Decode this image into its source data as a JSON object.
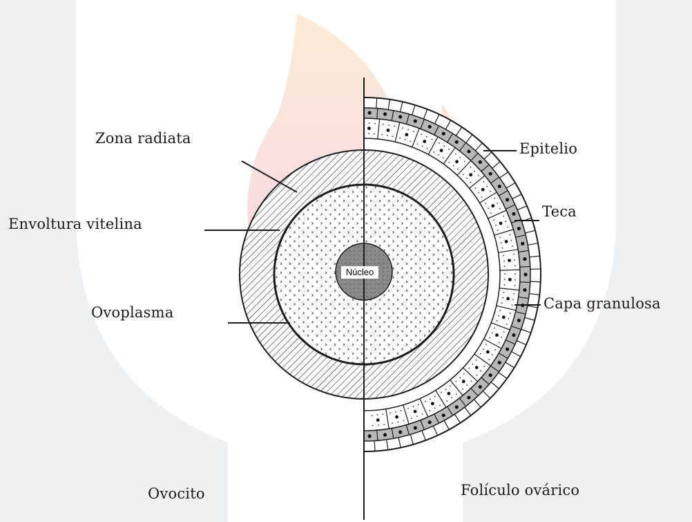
{
  "diagram": {
    "labels": {
      "zona_radiata": "Zona radiata",
      "envoltura_vitelina": "Envoltura vitelina",
      "ovoplasma": "Ovoplasma",
      "nucleo": "Núcleo",
      "epitelio": "Epitelio",
      "teca": "Teca",
      "capa_granulosa": "Capa granulosa",
      "ovocito": "Ovocito",
      "foliculo_ovarico": "Folículo ovárico"
    }
  },
  "colors": {
    "ink": "#1a1a1a",
    "watermark_gray": "#eceff1",
    "watermark_flame": "#f9dcc4",
    "watermark_red": "#f4c6cc",
    "granulosa_gray": "#9a9a9a",
    "nucleus_gray": "#8a8a8a"
  }
}
